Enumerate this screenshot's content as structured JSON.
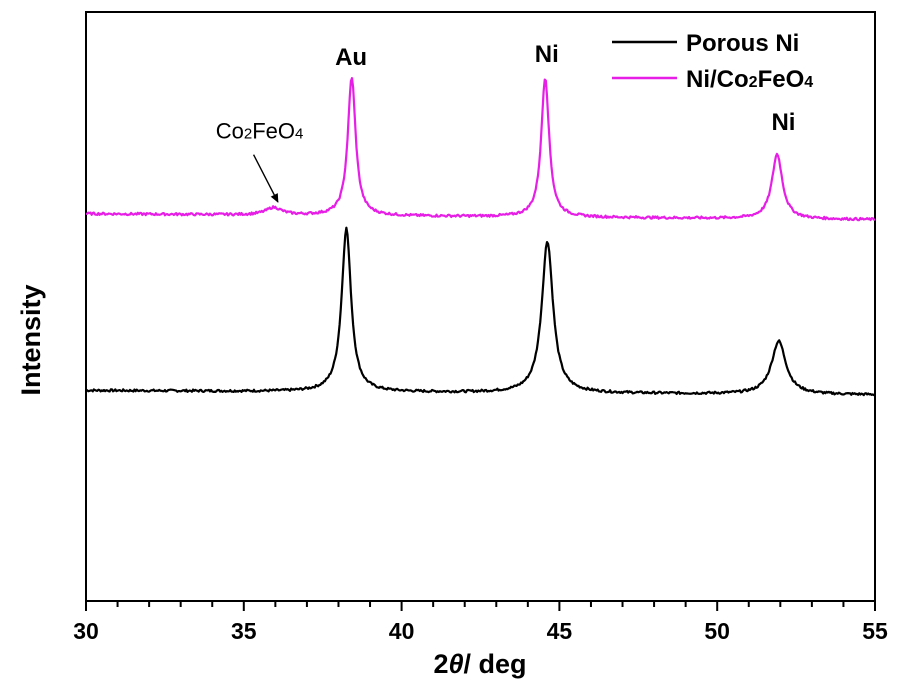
{
  "chart_data": {
    "type": "line",
    "xlabel": "",
    "ylabel": "Intensity",
    "xlim": [
      30,
      55
    ],
    "x_ticks": [
      30,
      35,
      40,
      45,
      50,
      55
    ],
    "x_minor_step": 1,
    "y_ticks_shown": false,
    "grid": false,
    "legend_position": "top-right",
    "xlabel_parts": {
      "pre": "2",
      "theta": "θ",
      "post": "/ deg"
    },
    "series": [
      {
        "name": "Porous Ni",
        "color": "#000000",
        "baseline_start": 0.015,
        "baseline_end": 0.0,
        "peaks": [
          {
            "x": 38.25,
            "height": 0.555,
            "width": 0.36
          },
          {
            "x": 44.62,
            "height": 0.515,
            "width": 0.43
          },
          {
            "x": 51.95,
            "height": 0.18,
            "width": 0.55
          }
        ]
      },
      {
        "name": "Ni/Co₂FeO₄",
        "color": "#e61ee6",
        "baseline_start": 0.615,
        "baseline_end": 0.595,
        "peaks": [
          {
            "x": 35.95,
            "height": 0.025,
            "width": 0.6
          },
          {
            "x": 38.42,
            "height": 0.47,
            "width": 0.3
          },
          {
            "x": 44.55,
            "height": 0.475,
            "width": 0.3
          },
          {
            "x": 51.9,
            "height": 0.22,
            "width": 0.4
          }
        ]
      }
    ],
    "peak_labels": [
      {
        "text": "Au",
        "x": 38.4,
        "y": 1.12
      },
      {
        "text": "Ni",
        "x": 44.6,
        "y": 1.13
      },
      {
        "text": "Ni",
        "x": 52.1,
        "y": 0.9
      }
    ],
    "annotations": [
      {
        "text_parts": [
          "Co",
          "2",
          "FeO",
          "4"
        ],
        "x": 35.5,
        "y": 0.87,
        "arrow_to": [
          36.08,
          0.655
        ]
      }
    ]
  }
}
